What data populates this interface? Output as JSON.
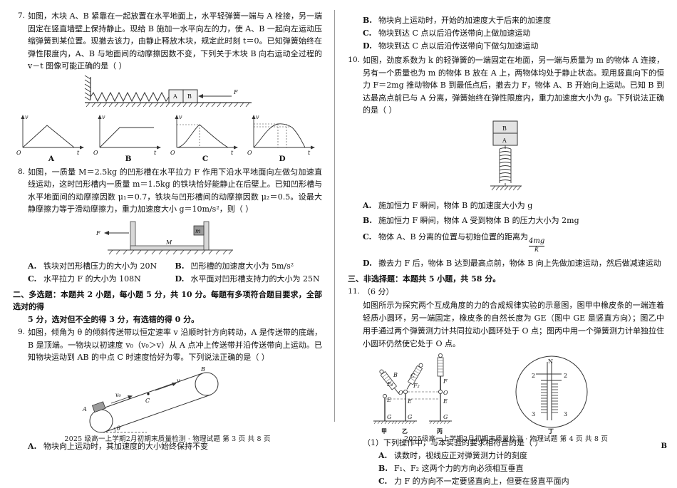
{
  "document": {
    "footer_left": "2025 级高一上学期2月初期末质量检测 · 物理试题  第 3 页  共 8 页",
    "footer_right": "2025级高一上学期2月初期末质量检测 · 物理试题  第 4 页  共 8 页",
    "corner_mark": "B"
  },
  "left_column": {
    "q7": {
      "num": "7.",
      "text": "如图，木块 A、B 紧靠在一起放置在水平地面上，水平轻弹簧一端与 A 栓接，另一端固定在竖直墙壁上保持静止。现给 B 施加一水平向左的力，使 A、B 一起向左运动压缩弹簧到某位置。现撤去该力，由静止释放木块，规定此时刻 t＝0。已知弹簧始终在弹性限度内，A、B 与地面间的动摩擦因数不变，下列关于木块 B 向右运动全过程的 v－t 图像可能正确的是（      ）",
      "figure": {
        "name": "spring-blocks-on-ground",
        "block_a": "A",
        "block_b": "B",
        "force_label": "F"
      },
      "graphs": {
        "axis_y": "v",
        "axis_x": "t",
        "origin": "O",
        "captions": [
          "A",
          "B",
          "C",
          "D"
        ],
        "descriptions": [
          "triangular rise then linear fall to zero",
          "linear rise then constant plateau",
          "concave rise to peak then linear fall to zero",
          "concave rise to rounded peak with plateau then fall to zero"
        ]
      }
    },
    "q8": {
      "num": "8.",
      "text": "如图，一质量 M＝2.5kg 的凹形槽在水平拉力 F 作用下沿水平地面向左做匀加速直线运动，这时凹形槽内一质量 m＝1.5kg 的铁块恰好能静止在后壁上。已知凹形槽与水平地面间的动摩擦因数 μ₁＝0.7，铁块与凹形槽间的动摩擦因数 μ₂＝0.5。设最大静摩擦力等于滑动摩擦力，重力加速度大小 g＝10m/s²，则（      ）",
      "figure": {
        "name": "u-shaped-trough",
        "force_label": "F",
        "trough_label": "M",
        "block_label": "m"
      },
      "options": [
        {
          "letter": "A.",
          "text": "铁块对凹形槽压力的大小为 20N"
        },
        {
          "letter": "B.",
          "text": "凹形槽的加速度大小为 5m/s²"
        },
        {
          "letter": "C.",
          "text": "水平拉力 F 的大小为 108N"
        },
        {
          "letter": "D.",
          "text": "水平面对凹形槽支持力的大小为 25N"
        }
      ]
    },
    "section2": {
      "line1": "二、多选题：本题共 2 小题，每小题 5 分，共 10 分。每题有多项符合题目要求，全部选对的得",
      "line2": "5 分，选对但不全的得 3 分，有选错的得 0 分。"
    },
    "q9": {
      "num": "9.",
      "text": "如图，倾角为 θ 的倾斜传送带以恒定速率 v 沿顺时针方向转动，A 是传送带的底端，B 是顶端。一物块以初速度 v₀（v₀＞v）从 A 点冲上传送带并沿传送带向上运动。已知物块运动到 AB 的中点 C 时速度恰好为零。下列说法正确的是（      ）",
      "figure": {
        "name": "inclined-conveyor-belt",
        "label_a": "A",
        "label_b": "B",
        "label_c": "C",
        "label_v": "v",
        "label_v0": "v₀",
        "label_theta": "θ"
      },
      "option_a": {
        "letter": "A.",
        "text": "物块向上运动时，其加速度的大小始终保持不变"
      }
    }
  },
  "right_column": {
    "q9_options": [
      {
        "letter": "B.",
        "text": "物块向上运动时，开始的加速度大于后来的加速度"
      },
      {
        "letter": "C.",
        "text": "物块到达 C 点以后沿传送带向上做加速运动"
      },
      {
        "letter": "D.",
        "text": "物块到达 C 点以后沿传送带向下做匀加速运动"
      }
    ],
    "q10": {
      "num": "10.",
      "text": "如图，劲度系数为 k 的轻弹簧的一端固定在地面，另一端与质量为 m 的物体 A 连接，另有一个质量也为 m 的物体 B 放在 A 上，两物体均处于静止状态。现用竖直向下的恒力 F＝2mg 推动物体 B 到最低点后，撤去力 F，物体 A、B 开始向上运动。已知 B 到达最高点前已与 A 分离，弹簧始终在弹性限度内，重力加速度大小为 g。下列说法正确的是（      ）",
      "figure": {
        "name": "vertical-spring-two-blocks",
        "block_b": "B",
        "block_a": "A"
      },
      "options": [
        {
          "letter": "A.",
          "text": "施加恒力 F 瞬间，物体 B 的加速度大小为 g"
        },
        {
          "letter": "B.",
          "text": "施加恒力 F 瞬间，物体 A 受到物体 B 的压力大小为 2mg"
        },
        {
          "letter": "C.",
          "text": "物体 A、B 分离的位置与初始位置的距离为",
          "frac_num": "4mg",
          "frac_den": "k"
        },
        {
          "letter": "D.",
          "text": "撤去力 F 后，物体 B 达到最高点前，物体 B 向上先做加速运动，然后做减速运动"
        }
      ]
    },
    "section3": {
      "heading": "三、非选择题：本题共 5 小题，共 58 分。"
    },
    "q11": {
      "num": "11.",
      "score": "（6 分）",
      "text": "如图所示为探究两个互成角度的力的合成规律实验的示意图，图甲中橡皮条的一端连着轻质小圆环，另一端固定，橡皮条的自然长度为 GE（图中 GE 是竖直方向）；图乙中用手通过两个弹簧测力计共同拉动小圆环处于 O 点；图丙中用一个弹簧测力计单独拉住小圆环仍然使它处于 O 点。",
      "figure": {
        "name": "force-composition-experiment",
        "panel_labels": [
          "甲",
          "乙",
          "丙",
          "丁"
        ],
        "points": [
          "O",
          "E",
          "G",
          "B",
          "C"
        ],
        "forces": [
          "F₁",
          "F₂",
          "F"
        ],
        "gauge_ticks": [
          "2",
          "2",
          "3",
          "3"
        ],
        "gauge_letter": "N"
      },
      "sub1": "（1）下列操作中，与本实验的要求相符合的是（      ）",
      "sub_options": [
        {
          "letter": "A.",
          "text": "读数时，视线应正对弹簧测力计的刻度"
        },
        {
          "letter": "B.",
          "text": "F₁、F₂ 这两个力的方向必须相互垂直"
        },
        {
          "letter": "C.",
          "text": "力 F 的方向不一定要竖直向上，但要在竖直平面内"
        }
      ]
    }
  }
}
